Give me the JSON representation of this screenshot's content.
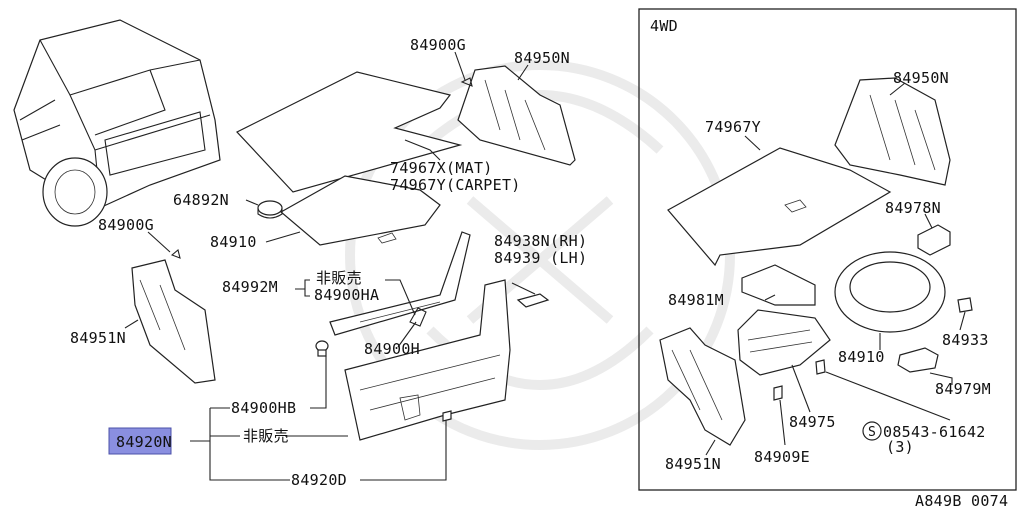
{
  "inset_title": "4WD",
  "footer_code": "A849B 0074",
  "highlight_color": "#8a8fe0",
  "labels": {
    "l84900G_top": "84900G",
    "l84950N_main": "84950N",
    "l74967X": "74967X(MAT)",
    "l74967Y_main": "74967Y(CARPET)",
    "l64892N": "64892N",
    "l84900G_left": "84900G",
    "l84910_main": "84910",
    "l84938N": "84938N(RH)",
    "l84939": "84939  (LH)",
    "l84992M": "84992M",
    "l_hihanbai_1": "非販売",
    "l84900HA": "84900HA",
    "l84951N_main": "84951N",
    "l84900H": "84900H",
    "l84900HB": "84900HB",
    "l84920N_a": "84920",
    "l84920N_b": "N",
    "l_hihanbai_2": "非販売",
    "l84920D": "84920D",
    "l74967Y_4wd": "74967Y",
    "l84950N_4wd": "84950N",
    "l84978N": "84978N",
    "l84981M": "84981M",
    "l84933": "84933",
    "l84910_4wd": "84910",
    "l84979M": "84979M",
    "l84975": "84975",
    "l_s_symbol": "S",
    "l08543": "08543-61642",
    "l08543_qty": "(3)",
    "l84951N_4wd": "84951N",
    "l84909E": "84909E"
  }
}
